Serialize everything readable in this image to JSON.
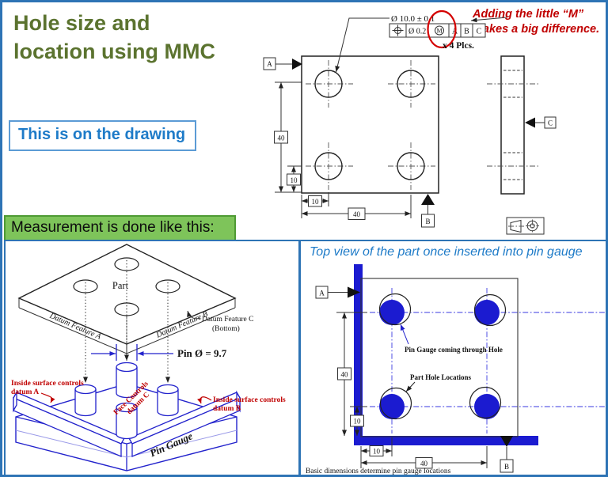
{
  "slide": {
    "title_line1": "Hole size and",
    "title_line2": "location using MMC",
    "drawing_note": "This is on the drawing",
    "measurement_note": "Measurement is done like this:",
    "colors": {
      "border_blue": "#2E74B5",
      "title_green": "#5B732F",
      "note_blue": "#1E7BC8",
      "highlight_green_fill": "#7EC45A",
      "highlight_green_border": "#4E9A34",
      "annotation_red": "#C00000",
      "gauge_blue": "#2222CC",
      "pin_fill_blue": "#1B1BD0"
    }
  },
  "callout": {
    "hole_size": "Ø 10.0 ± 0.1",
    "places": "x 4 Plcs.",
    "note_line1": "Adding the little “M”",
    "note_line2": "makes a big difference."
  },
  "fcf": {
    "symbol": "true-position-symbol",
    "tolerance": "Ø 0.2",
    "modifier": "M",
    "datums": [
      "A",
      "B",
      "C"
    ]
  },
  "front_view": {
    "dim_v40": "40",
    "dim_v10": "10",
    "dim_h10": "10",
    "dim_h40": "40",
    "datum_a": "A",
    "datum_b": "B"
  },
  "side_view": {
    "datum_c": "C"
  },
  "iso_view": {
    "part_label": "Part",
    "edge_label_a": "Datum Feature A",
    "edge_label_b": "Datum Feature B",
    "bottom_label_line1": "Datum Feature C",
    "bottom_label_line2": "(Bottom)",
    "pin_diameter": "Pin Ø = 9.7",
    "controls_a_line1": "Inside surface controls",
    "controls_a_line2": "datum A",
    "controls_b_line1": "Inside surface controls",
    "controls_b_line2": "datum B",
    "controls_c_line1": "Face Controls",
    "controls_c_line2": "datum C",
    "gauge_label": "Pin Gauge"
  },
  "top_view": {
    "heading": "Top view of the part once inserted into pin gauge",
    "pin_callout": "Pin Gauge coming through Hole",
    "hole_callout": "Part Hole Locations",
    "footnote": "Basic dimensions determine pin gauge locations",
    "dim_v40": "40",
    "dim_v10": "10",
    "dim_h10": "10",
    "dim_h40": "40",
    "datum_a": "A",
    "datum_b": "B"
  }
}
